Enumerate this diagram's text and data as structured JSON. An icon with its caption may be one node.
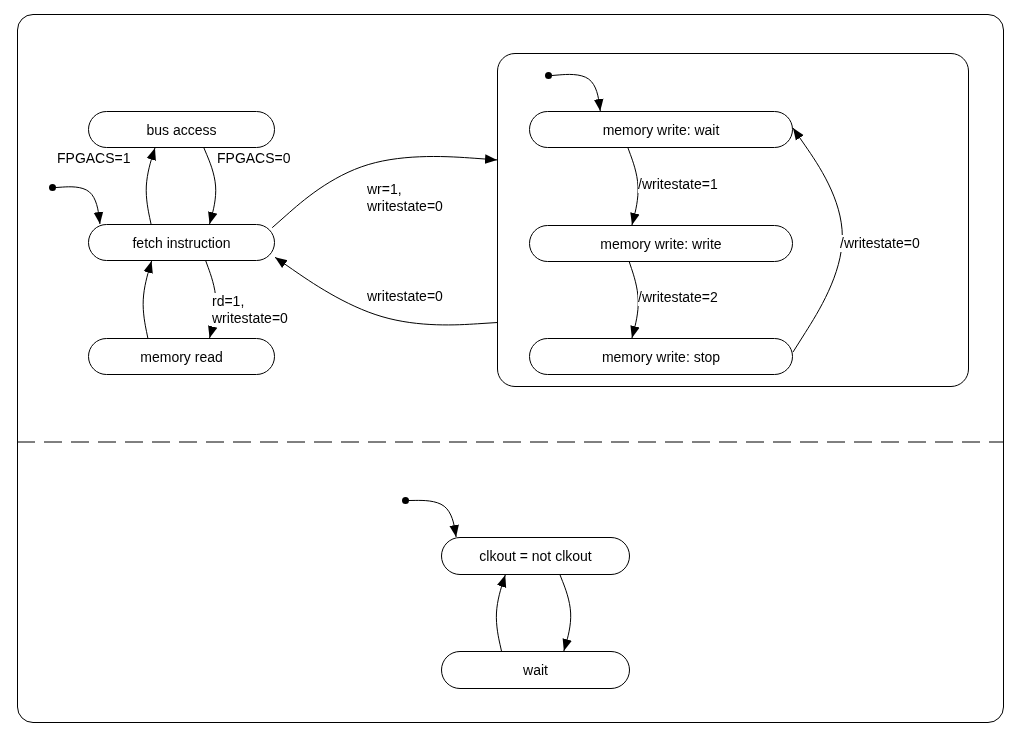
{
  "diagram": {
    "nodes": [
      {
        "text": [],
        "shape": "box"
      },
      {
        "text": [],
        "shape": "circle",
        "in": 0
      },
      {
        "text": [
          "bus access"
        ],
        "in": 0
      },
      {
        "text": [
          "fetch instruction"
        ],
        "in": 0
      },
      {
        "text": [
          "memory read"
        ],
        "in": 0
      },
      {
        "text": [],
        "shape": "box",
        "in": 0
      },
      {
        "text": [],
        "shape": "circle",
        "in": 5
      },
      {
        "text": [
          "memory write: wait"
        ],
        "in": 5
      },
      {
        "text": [
          "memory write: write"
        ],
        "in": 5
      },
      {
        "text": [
          "memory write: stop"
        ],
        "in": 5
      },
      {
        "text": [],
        "shape": "circle",
        "in": 0
      },
      {
        "text": [
          "clkout = not clkout"
        ],
        "in": 0
      },
      {
        "text": [
          "wait"
        ],
        "in": 0
      }
    ],
    "edges": [
      {
        "from": 1,
        "to": 3,
        "arrow": "to"
      },
      {
        "from": 3,
        "to": 2,
        "arrow": "to",
        "label": "FPGACS=1"
      },
      {
        "from": 2,
        "to": 3,
        "arrow": "to",
        "label": "FPGACS=0"
      },
      {
        "from": 3,
        "to": 4,
        "arrow": "to",
        "label": "rd=1, writestate=0"
      },
      {
        "from": 4,
        "to": 3,
        "arrow": "to"
      },
      {
        "from": 3,
        "to": 5,
        "arrow": "to",
        "label": "wr=1, writestate=0"
      },
      {
        "from": 5,
        "to": 3,
        "arrow": "to",
        "label": "writestate=0"
      },
      {
        "from": 6,
        "to": 7,
        "arrow": "to"
      },
      {
        "from": 7,
        "to": 8,
        "arrow": "to",
        "label": "/writestate=1"
      },
      {
        "from": 8,
        "to": 9,
        "arrow": "to",
        "label": "/writestate=2"
      },
      {
        "from": 9,
        "to": 7,
        "arrow": "to",
        "label": "/writestate=0"
      },
      {
        "from": 10,
        "to": 11,
        "arrow": "to"
      },
      {
        "from": 11,
        "to": 12,
        "arrow": "to"
      },
      {
        "from": 12,
        "to": 11,
        "arrow": "to"
      }
    ]
  }
}
